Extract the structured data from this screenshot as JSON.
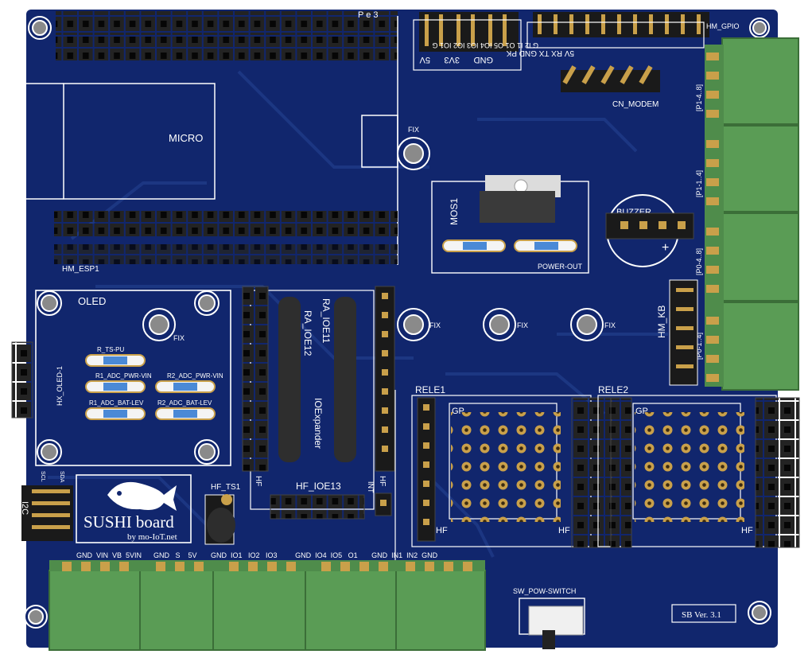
{
  "colors": {
    "board": "#11266d",
    "board_dark": "#0c1d57",
    "trace": "#23408f",
    "silkscreen": "#ffffff",
    "terminal": "#5a9c55",
    "header": "#1d1d1d",
    "pin_gold": "#c9a04a"
  },
  "labels": {
    "top_header_partial": "P  e  3",
    "micro": "MICRO",
    "hm_esp1": "HM_ESP1",
    "fix": "FIX",
    "mos1": "MOS1",
    "buzzer": "BUZZER",
    "power_out": "POWER-OUT",
    "hm_gpio": "HM_GPIO",
    "gpio_pins": "G  I2  I1   O1  O5  IO4 IO3  IO2  IO1  G",
    "power_pins_5v": "5V",
    "power_pins_3v3": "3V3",
    "power_pins_gnd": "GND",
    "modem_pins": "5V  RX  TX  GND  PK",
    "cn_modem": "CN_MODEM",
    "p1_4_8": "[P1-4..8]",
    "p1_1_4": "[P1-1..4]",
    "p0_4_8": "[P0-4..8]",
    "p0_1_4": "[P0-1..4]",
    "hm_kb": "HM_KB",
    "oled": "OLED",
    "hx_oled": "HX_OLED-1",
    "r_ts_pu": "R_TS-PU",
    "r1_adc_pwr": "R1_ADC_PWR-VIN",
    "r2_adc_pwr": "R2_ADC_PWR-VIN",
    "r1_adc_bat": "R1_ADC_BAT-LEV",
    "r2_adc_bat": "R2_ADC_BAT-LEV",
    "ra_ioe12": "RA_IOE12",
    "ra_ioe11": "RA_IOE11",
    "ioexpander": "IOExpander",
    "hf": "HF",
    "hf_ioe13": "HF_IOE13",
    "int": "INT",
    "rele1": "RELE1",
    "rele2": "RELE2",
    "gp": "GP",
    "i2c": "I2C",
    "sda": "SDA",
    "scl": "SCL",
    "hf_ts1": "HF_TS1",
    "sushi_board": "SUSHI board",
    "by_moiot": "by mo-IoT.net",
    "terminals_bottom": "GND  VIN  VB  5VIN      GND   S    5V       GND  IO1   IO2   IO3         GND  IO4  IO5   O1       GND  IN1  IN2  GND",
    "sw_pow_switch": "SW_POW-SWITCH",
    "version": "SB Ver. 3.1"
  }
}
